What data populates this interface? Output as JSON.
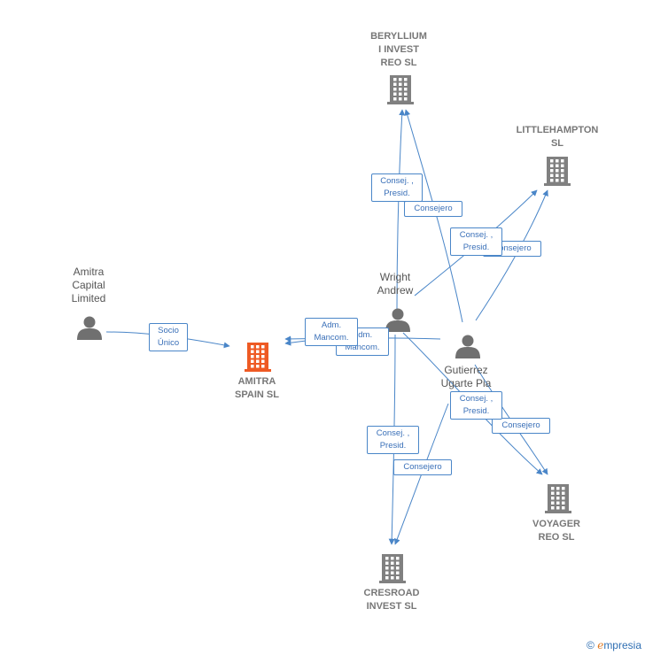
{
  "nodes": {
    "beryllium": {
      "label": "BERYLLIUM\nI INVEST\nREO  SL",
      "kind": "company"
    },
    "littlehampton": {
      "label": "LITTLEHAMPTON\nSL",
      "kind": "company"
    },
    "amitra_capital": {
      "label": "Amitra\nCapital\nLimited",
      "kind": "person"
    },
    "wright": {
      "label": "Wright\nAndrew",
      "kind": "person"
    },
    "amitra_spain": {
      "label": "AMITRA\nSPAIN  SL",
      "kind": "company-main"
    },
    "gutierrez": {
      "label": "Gutierrez\nUgarte Pia",
      "kind": "person"
    },
    "voyager": {
      "label": "VOYAGER\nREO  SL",
      "kind": "company"
    },
    "cresroad": {
      "label": "CRESROAD\nINVEST  SL",
      "kind": "company"
    }
  },
  "edge_labels": {
    "socio_unico": "Socio\nÚnico",
    "adm_mancom_1": "Adm.\nMancom.",
    "adm_mancom_2": "Adm.\nMancom.",
    "consej_presid_beryllium": "Consej. ,\nPresid.",
    "consejero_beryllium": "Consejero",
    "consej_presid_littlehampton": "Consej. ,\nPresid.",
    "consejero_littlehampton": "Consejero",
    "consej_presid_voyager": "Consej. ,\nPresid.",
    "consejero_voyager": "Consejero",
    "consej_presid_cresroad": "Consej. ,\nPresid.",
    "consejero_cresroad": "Consejero"
  },
  "colors": {
    "edge": "#4a86c8",
    "company_icon": "#808080",
    "main_company_icon": "#ee5a24",
    "person_icon": "#707070"
  },
  "brand": {
    "copyright": "©",
    "name_initial": "e",
    "name_rest": "mpresia"
  }
}
